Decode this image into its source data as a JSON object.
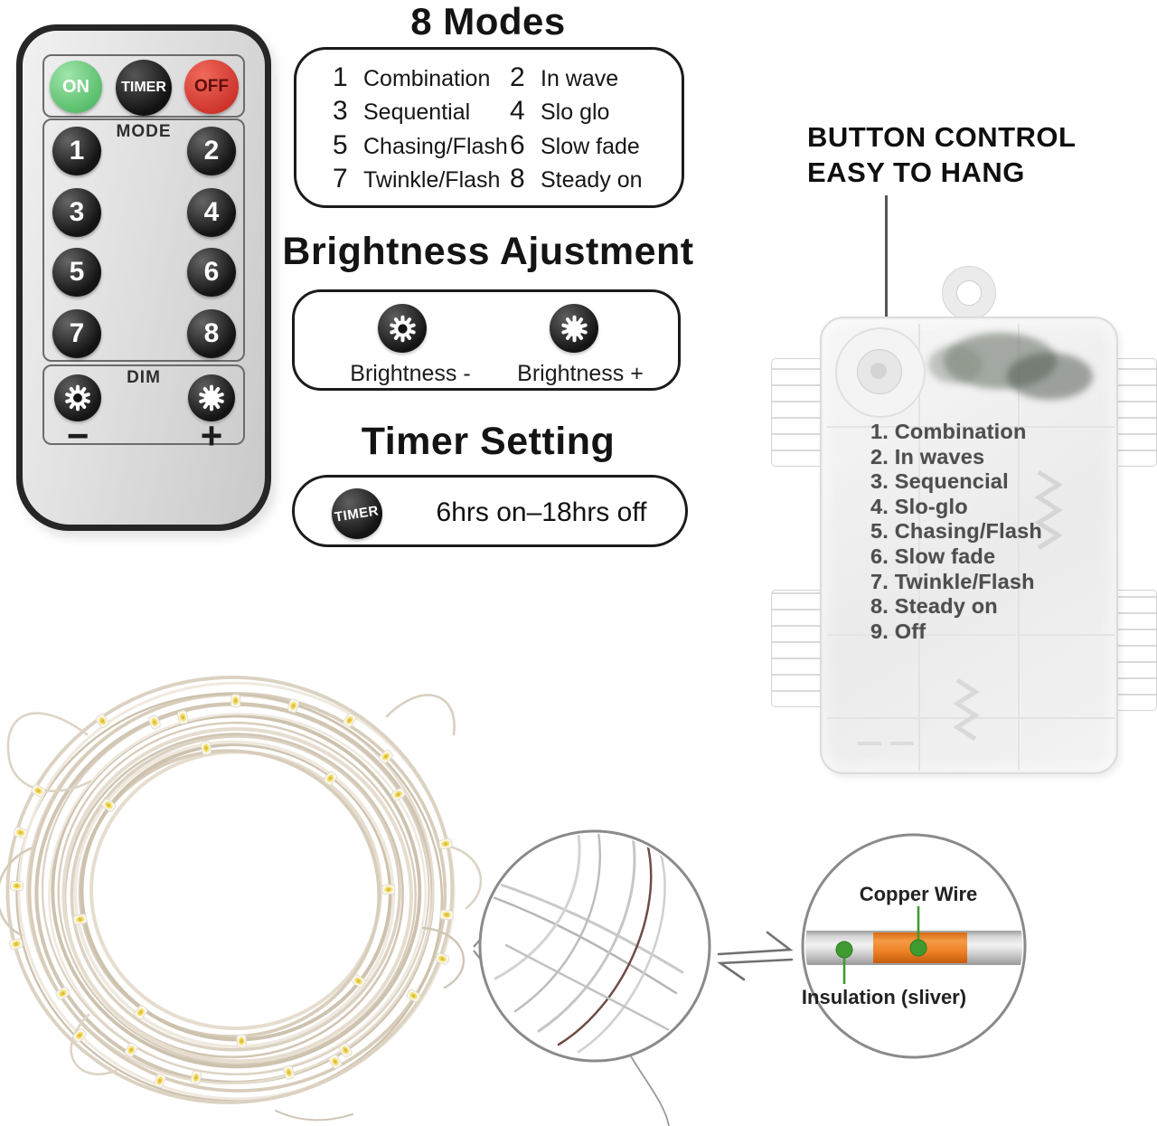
{
  "modes_section": {
    "title": "8 Modes",
    "items": [
      {
        "num": "1",
        "label": "Combination"
      },
      {
        "num": "2",
        "label": "In wave"
      },
      {
        "num": "3",
        "label": "Sequential"
      },
      {
        "num": "4",
        "label": "Slo glo"
      },
      {
        "num": "5",
        "label": "Chasing/Flash"
      },
      {
        "num": "6",
        "label": "Slow fade"
      },
      {
        "num": "7",
        "label": "Twinkle/Flash"
      },
      {
        "num": "8",
        "label": "Steady on"
      }
    ]
  },
  "brightness_section": {
    "title": "Brightness Ajustment",
    "minus_label": "Brightness -",
    "plus_label": "Brightness +"
  },
  "timer_section": {
    "title": "Timer Setting",
    "button_label": "TIMER",
    "description": "6hrs on–18hrs off"
  },
  "remote": {
    "on_label": "ON",
    "timer_label": "TIMER",
    "off_label": "OFF",
    "mode_label": "MODE",
    "mode_buttons": [
      "1",
      "2",
      "3",
      "4",
      "5",
      "6",
      "7",
      "8"
    ],
    "dim_label": "DIM",
    "dim_minus": "−",
    "dim_plus": "+"
  },
  "battery_box": {
    "heading_line1": "BUTTON CONTROL",
    "heading_line2": "EASY TO HANG",
    "mode_list": [
      "1. Combination",
      "2. In waves",
      "3. Sequencial",
      "4. Slo-glo",
      "5. Chasing/Flash",
      "6. Slow fade",
      "7. Twinkle/Flash",
      "8. Steady on",
      "9. Off"
    ]
  },
  "wire_diagram": {
    "copper_label": "Copper Wire",
    "insulation_label": "Insulation (sliver)"
  },
  "icons": {
    "dim_minus_icon": "sun-hollow",
    "dim_plus_icon": "sun-solid",
    "exchange_arrow_icon": "equilibrium-arrows"
  },
  "colors": {
    "on_green": "#57bd6a",
    "off_red": "#cd332b",
    "copper_orange": "#ee8327",
    "marker_green": "#3f9b2f",
    "led_yellow": "#f3e26e"
  }
}
